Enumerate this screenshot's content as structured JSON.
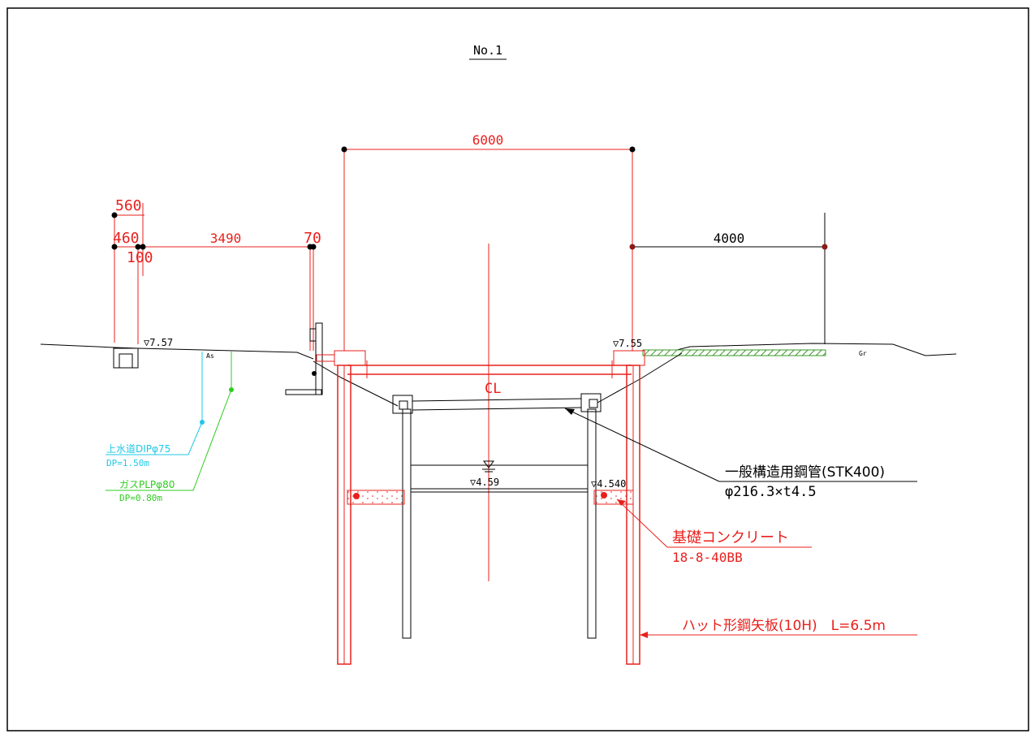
{
  "title": "No.1",
  "dimensions": {
    "span_top": "6000",
    "left_560": "560",
    "left_460": "460",
    "left_100": "100",
    "left_3490": "3490",
    "left_70": "70",
    "right_4000": "4000"
  },
  "levels": {
    "left_ground": "▽7.57",
    "right_ground": "▽7.55",
    "water": "▽4.59",
    "base": "▽4.540"
  },
  "surface": {
    "left": "As",
    "right": "Gr"
  },
  "centerline": "CL",
  "utilities": {
    "water_pipe": "上水道DIPφ75",
    "water_depth": "DP=1.50m",
    "gas_pipe": "ガスPLPφ80",
    "gas_depth": "DP=0.80m"
  },
  "callouts": {
    "steel_pipe_name": "一般構造用鋼管(STK400)",
    "steel_pipe_spec": "φ216.3×t4.5",
    "concrete_name": "基礎コンクリート",
    "concrete_spec": "18-8-40BB",
    "sheet_pile": "ハット形鋼矢板(10H)　L=6.5m"
  },
  "colors": {
    "red": "#e8201c",
    "cyan": "#1ec8e6",
    "green": "#2ecc20",
    "hatch_green": "#3a9a2a",
    "black": "#000000"
  }
}
